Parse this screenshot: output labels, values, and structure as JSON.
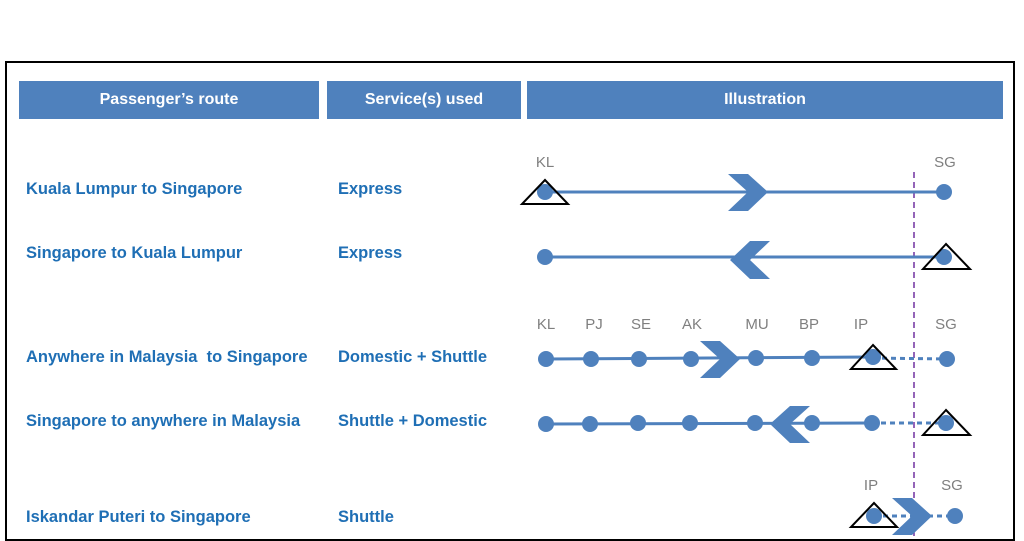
{
  "headers": {
    "route": "Passenger’s route",
    "service": "Service(s) used",
    "illustration": "Illustration"
  },
  "rows": [
    {
      "route": "Kuala Lumpur to Singapore",
      "service": "Express"
    },
    {
      "route": "Singapore to Kuala Lumpur",
      "service": "Express"
    },
    {
      "route": "Anywhere in Malaysia  to Singapore",
      "service": "Domestic + Shuttle"
    },
    {
      "route": "Singapore to anywhere in Malaysia",
      "service": "Shuttle + Domestic"
    },
    {
      "route": "Iskandar Puteri to Singapore",
      "service": "Shuttle"
    }
  ],
  "station_labels": {
    "express": [
      "KL",
      "SG"
    ],
    "domestic": [
      "KL",
      "PJ",
      "SE",
      "AK",
      "MU",
      "BP",
      "IP",
      "SG"
    ],
    "shuttle": [
      "IP",
      "SG"
    ]
  },
  "colors": {
    "header_bg": "#4F81BD",
    "text_blue": "#1F6FB5",
    "line": "#4F81BD",
    "border_line": "#7030A0"
  }
}
